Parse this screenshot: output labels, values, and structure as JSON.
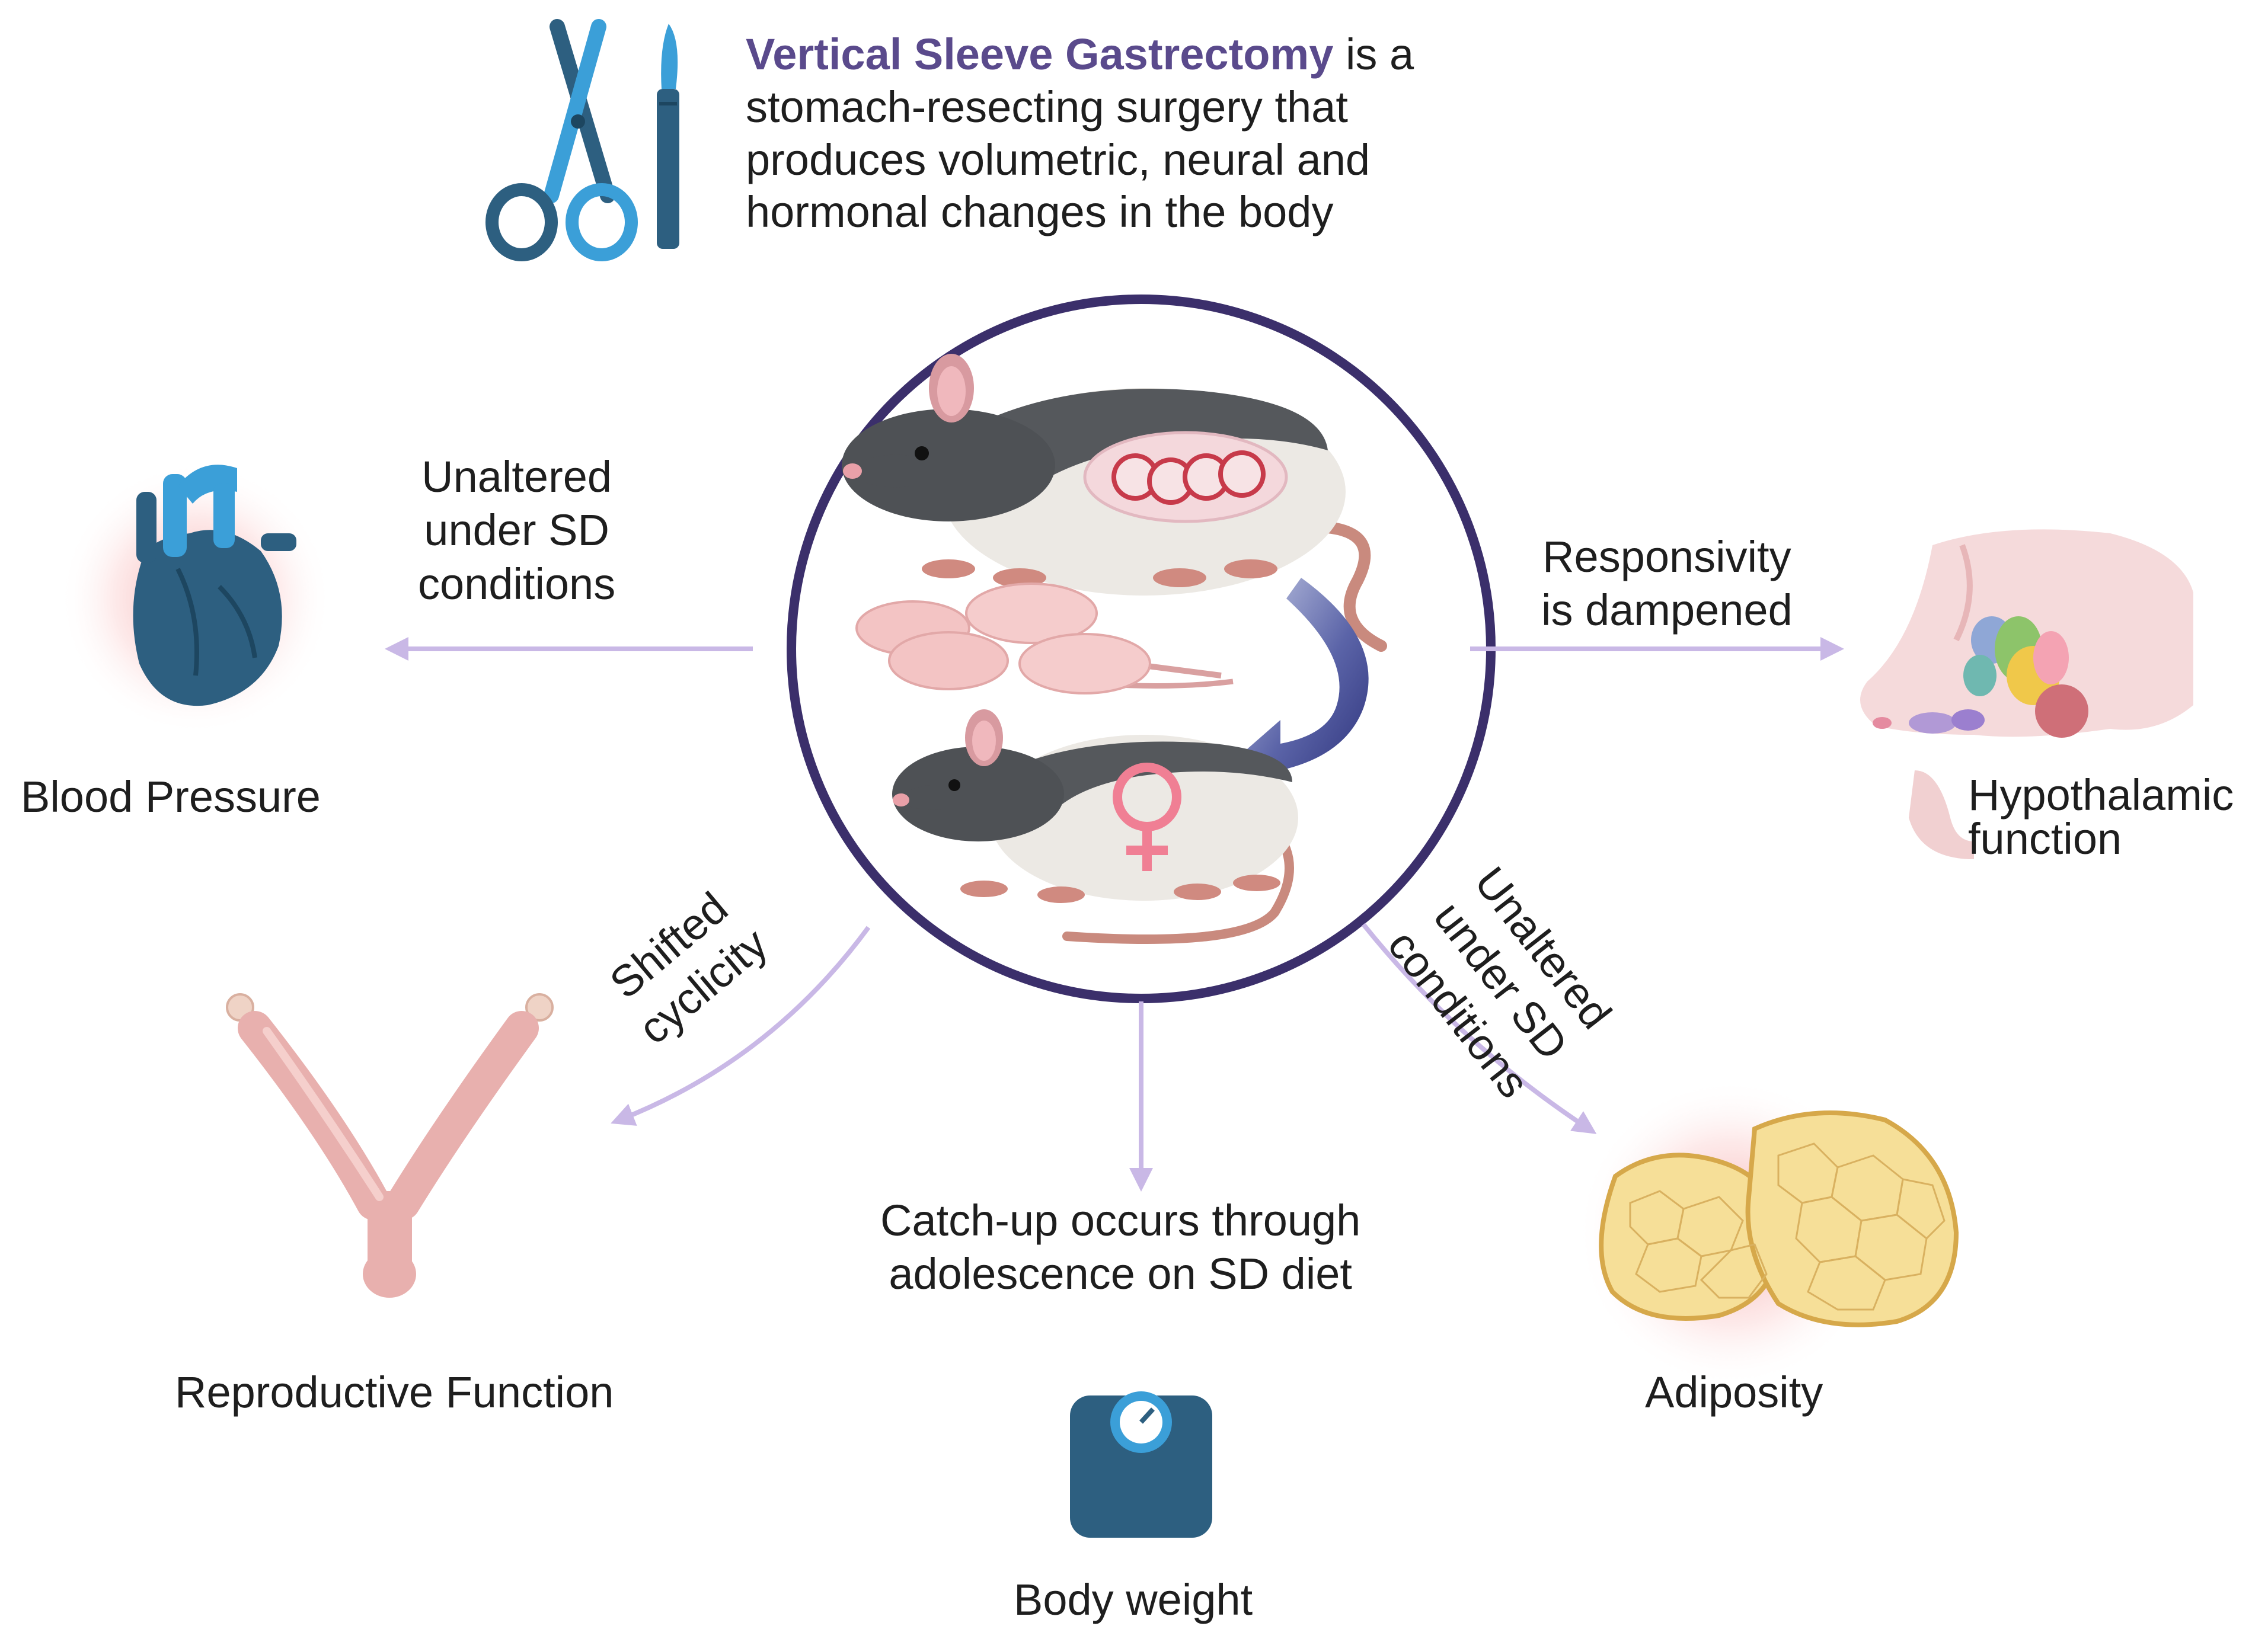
{
  "intro": {
    "highlight": "Vertical Sleeve Gastrectomy",
    "line1_rest": " is a",
    "line2": "stomach-resecting surgery that",
    "line3": "produces volumetric, neural and",
    "line4": "hormonal changes in the body"
  },
  "outcomes": {
    "blood_pressure": {
      "title": "Blood Pressure",
      "effect": [
        "Unaltered",
        "under SD",
        "conditions"
      ]
    },
    "hypothalamic": {
      "title": [
        "Hypothalamic",
        "function"
      ],
      "effect": [
        "Responsivity",
        "is dampened"
      ]
    },
    "reproductive": {
      "title": "Reproductive Function",
      "effect": [
        "Shifted",
        "cyclicity"
      ]
    },
    "body_weight": {
      "title": "Body weight",
      "effect": [
        "Catch-up occurs through",
        "adolescence on SD diet"
      ]
    },
    "adiposity": {
      "title": "Adiposity",
      "effect": [
        "Unaltered",
        "under SD",
        "conditions"
      ]
    }
  },
  "colors": {
    "accent_purple": "#5a4a8c",
    "arrow_lavender": "#c9b8e6",
    "ring": "#3b2f6b",
    "icon_teal": "#2d5f80",
    "icon_blue": "#3b9fd8"
  },
  "icons": [
    "scissors-icon",
    "scalpel-icon",
    "heart-icon",
    "brain-icon",
    "uterus-icon",
    "scale-icon",
    "fat-tissue-icon",
    "female-symbol-icon",
    "pregnant-rat-icon",
    "pups-icon",
    "female-rat-icon"
  ]
}
